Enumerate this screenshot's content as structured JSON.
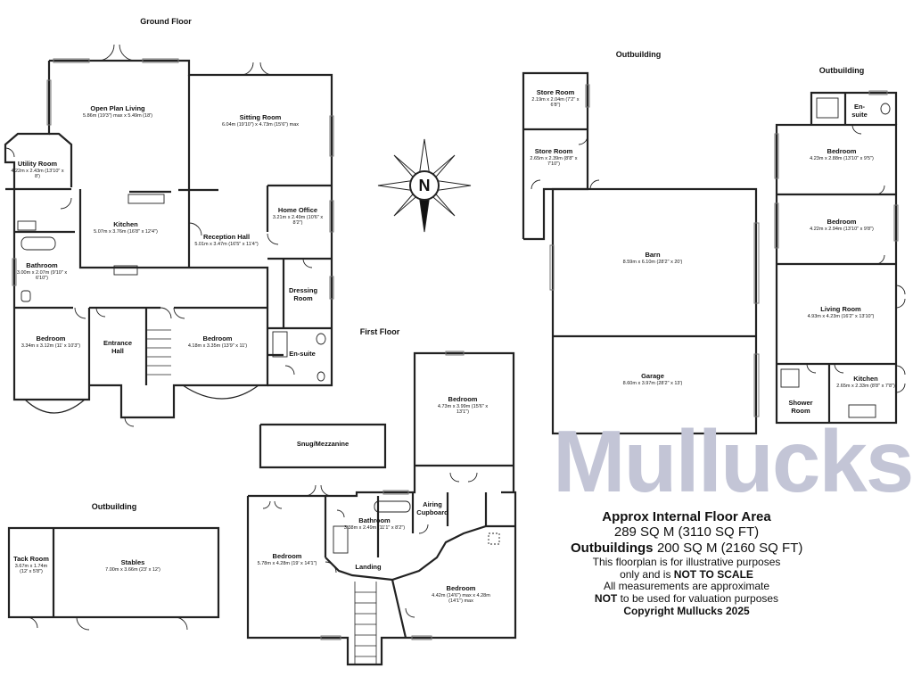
{
  "titles": {
    "ground_floor": "Ground Floor",
    "first_floor": "First Floor",
    "outbuilding_stables": "Outbuilding",
    "outbuilding_barn": "Outbuilding",
    "outbuilding_annex": "Outbuilding"
  },
  "rooms": {
    "open_plan": {
      "name": "Open Plan Living",
      "dims": "5.86m (19'3\") max x 5.49m (18')"
    },
    "sitting": {
      "name": "Sitting Room",
      "dims": "6.04m (19'10\") x 4.73m (15'6\") max"
    },
    "utility": {
      "name": "Utility Room",
      "dims": "4.22m x 2.43m (13'10\" x 8')"
    },
    "kitchen": {
      "name": "Kitchen",
      "dims": "5.07m x 3.76m (16'8\" x 12'4\")"
    },
    "home_office": {
      "name": "Home Office",
      "dims": "3.21m x 2.49m (10'6\" x 8'2\")"
    },
    "reception_hall": {
      "name": "Reception Hall",
      "dims": "5.01m x 3.47m (16'5\" x 11'4\")"
    },
    "bathroom_g": {
      "name": "Bathroom",
      "dims": "3.00m x 2.07m (9'10\" x 6'10\")"
    },
    "dressing": {
      "name": "Dressing Room"
    },
    "bedroom_g1": {
      "name": "Bedroom",
      "dims": "3.34m x 3.12m (11' x 10'3\")"
    },
    "entrance": {
      "name": "Entrance Hall"
    },
    "bedroom_g2": {
      "name": "Bedroom",
      "dims": "4.18m x 3.35m (13'9\" x 11')"
    },
    "ensuite_g": {
      "name": "En-suite"
    },
    "snug": {
      "name": "Snug/Mezzanine"
    },
    "bedroom_f1": {
      "name": "Bedroom",
      "dims": "5.78m x 4.28m (19' x 14'1\")"
    },
    "bathroom_f": {
      "name": "Bathroom",
      "dims": "3.38m x 2.49m (11'1\" x 8'2\")"
    },
    "airing": {
      "name": "Airing Cupboard"
    },
    "landing": {
      "name": "Landing"
    },
    "bedroom_f2": {
      "name": "Bedroom",
      "dims": "4.73m x 3.99m (15'6\" x 13'1\")"
    },
    "bedroom_f3": {
      "name": "Bedroom",
      "dims": "4.42m (14'6\") max x 4.28m (14'1\") max"
    },
    "tack": {
      "name": "Tack Room",
      "dims": "3.67m x 1.74m (12' x 5'8\")"
    },
    "stables": {
      "name": "Stables",
      "dims": "7.00m x 3.66m (23' x 12')"
    },
    "store1": {
      "name": "Store Room",
      "dims": "2.19m x 2.04m (7'2\" x 6'8\")"
    },
    "store2": {
      "name": "Store Room",
      "dims": "2.65m x 2.39m (8'8\" x 7'10\")"
    },
    "barn": {
      "name": "Barn",
      "dims": "8.59m x 6.10m (28'2\" x 20')"
    },
    "garage": {
      "name": "Garage",
      "dims": "8.60m x 3.97m (28'2\" x 13')"
    },
    "ensuite_o": {
      "name": "En-suite"
    },
    "bedroom_o1": {
      "name": "Bedroom",
      "dims": "4.23m x 2.88m (13'10\" x 9'5\")"
    },
    "bedroom_o2": {
      "name": "Bedroom",
      "dims": "4.22m x 2.94m (13'10\" x 9'8\")"
    },
    "living_o": {
      "name": "Living Room",
      "dims": "4.93m x 4.23m (16'2\" x 13'10\")"
    },
    "shower_o": {
      "name": "Shower Room"
    },
    "kitchen_o": {
      "name": "Kitchen",
      "dims": "2.65m x 2.33m (8'8\" x 7'8\")"
    }
  },
  "compass": {
    "letter": "N"
  },
  "watermark": "Mullucks",
  "area": {
    "heading": "Approx Internal Floor Area",
    "main_value": "289 SQ M (3110 SQ FT)",
    "out_label": "Outbuildings",
    "out_value": "200 SQ M (2160 SQ FT)",
    "note1": "This floorplan is for illustrative purposes",
    "note2a": "only and is ",
    "note2b": "NOT TO SCALE",
    "note3": "All measurements are approximate",
    "note4a": "NOT",
    "note4b": " to be used for valuation purposes",
    "copyright": "Copyright Mullucks 2025"
  }
}
